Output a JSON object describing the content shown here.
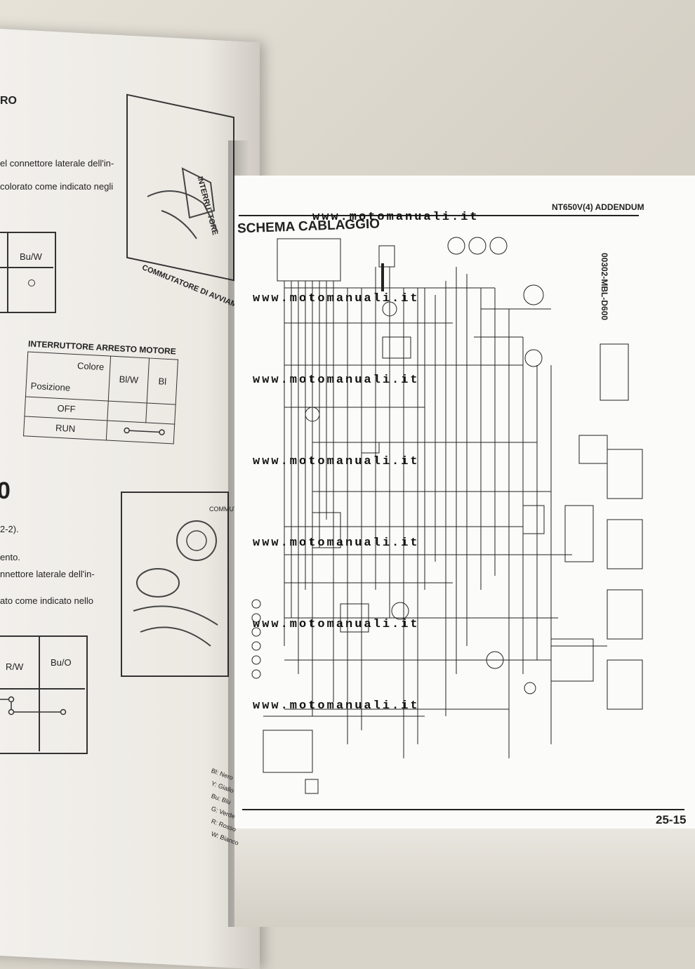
{
  "left_page": {
    "heading_fragment": "RO",
    "line_1": "el connettore laterale dell'in-",
    "line_2": "colorato come indicato negli",
    "table1_col": "Bu/W",
    "switch_label": "INTERRUTTORE",
    "commutatore_label": "COMMUTATORE DI AVVIAMENTO",
    "stop_switch": {
      "title": "INTERRUTTORE ARRESTO MOTORE",
      "colore": "Colore",
      "posizione": "Posizione",
      "col1": "Bl/W",
      "col2": "Bl",
      "row1": "OFF",
      "row2": "RUN"
    },
    "big_number": "0",
    "ref": "2-2).",
    "line_3": "ento.",
    "line_4": "nnettore laterale dell'in-",
    "line_5": "ato come indicato nello",
    "commutatore_small": "COMMUTATORE DI",
    "bottom_table": {
      "col1": "R/W",
      "col2": "Bu/O"
    }
  },
  "right_page": {
    "header": "NT650V(4) ADDENDUM",
    "title": "SCHEMA CABLAGGIO",
    "code": "00302-MBL-D600",
    "page_number": "25-15",
    "legend": [
      "Bl: Nero",
      "Y: Giallo",
      "Bu: Blu",
      "G: Verde",
      "R: Rosso",
      "W: Bianco"
    ]
  },
  "watermark": "www.motomanuali.it"
}
